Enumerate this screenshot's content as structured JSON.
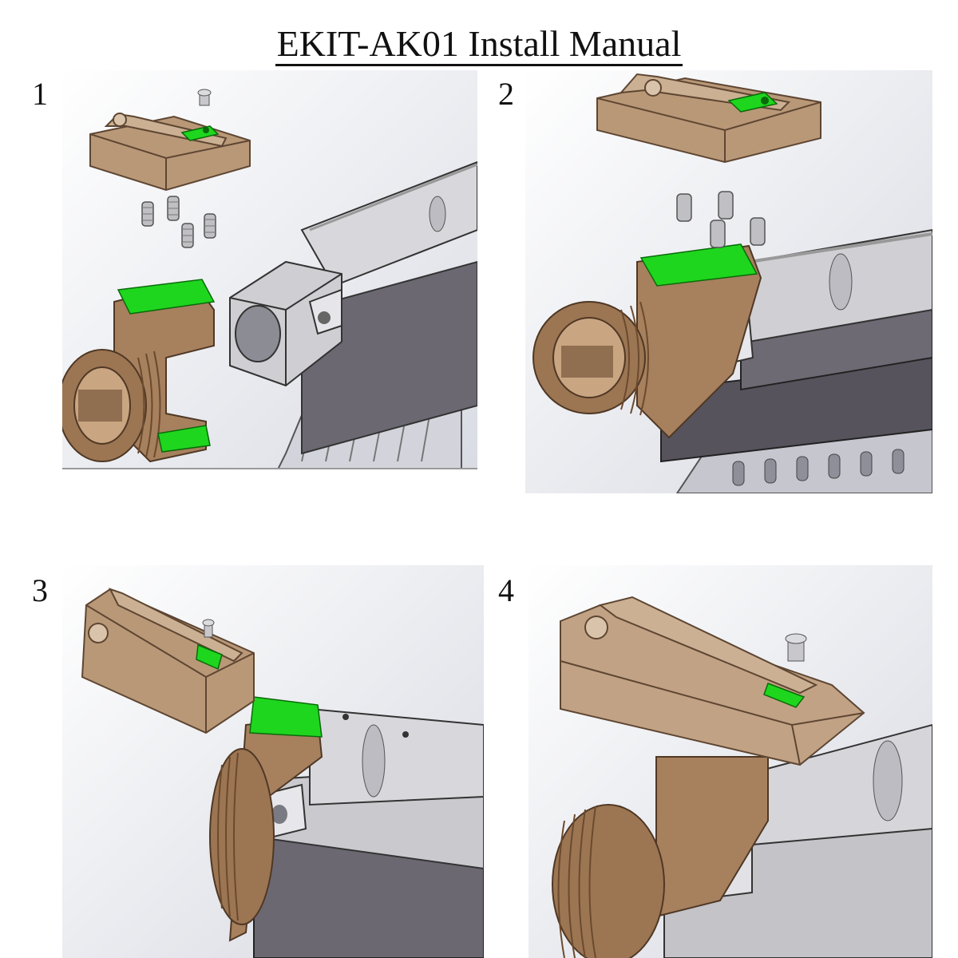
{
  "manual": {
    "title": "EKIT-AK01 Install Manual"
  },
  "steps": [
    {
      "number": "1"
    },
    {
      "number": "2"
    },
    {
      "number": "3"
    },
    {
      "number": "4"
    }
  ],
  "colors": {
    "tan": "#b99878",
    "tan_dark": "#8d6e52",
    "bronze": "#a7805e",
    "green": "#1ed61e",
    "steel": "#c8c8cc",
    "steel_dark": "#6e6e76",
    "receiver": "#6a6670",
    "bg_light": "#f4f6fa",
    "bg_grey": "#dde0e6"
  }
}
